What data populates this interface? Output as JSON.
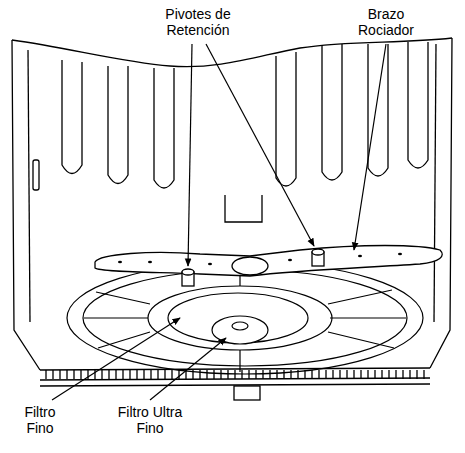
{
  "diagram": {
    "labels": [
      "Pivotes de Retención",
      "Brazo Rociador",
      "Filtro Fino",
      "Filtro Ultra Fino"
    ]
  }
}
